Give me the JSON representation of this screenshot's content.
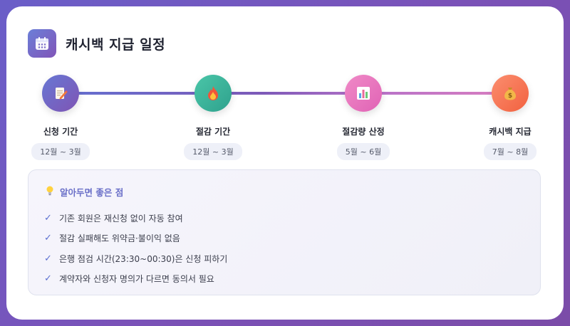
{
  "title": "캐시백 지급 일정",
  "header_icon": "calendar-icon",
  "steps": [
    {
      "label": "신청 기간",
      "date": "12월 ~ 3월",
      "icon": "memo-pencil-icon"
    },
    {
      "label": "절감 기간",
      "date": "12월 ~ 3월",
      "icon": "fire-icon"
    },
    {
      "label": "절감량 산정",
      "date": "5월 ~ 6월",
      "icon": "bar-chart-icon"
    },
    {
      "label": "캐시백 지급",
      "date": "7월 ~ 8월",
      "icon": "money-bag-icon"
    }
  ],
  "tips": {
    "title": "알아두면 좋은 점",
    "icon": "lightbulb-icon",
    "check_mark": "✓",
    "items": [
      "기존 회원은 재신청 없이 자동 참여",
      "절감 실패해도 위약금·불이익 없음",
      "은행 점검 시간(23:30~00:30)은 신청 피하기",
      "계약자와 신청자 명의가 다르면 동의서 필요"
    ]
  },
  "colors": {
    "background": "#7a52b8",
    "accent": "#6a6fc8",
    "step1": "#7064c8",
    "step2": "#3db59b",
    "step3": "#e877c0",
    "step4": "#f77552"
  }
}
